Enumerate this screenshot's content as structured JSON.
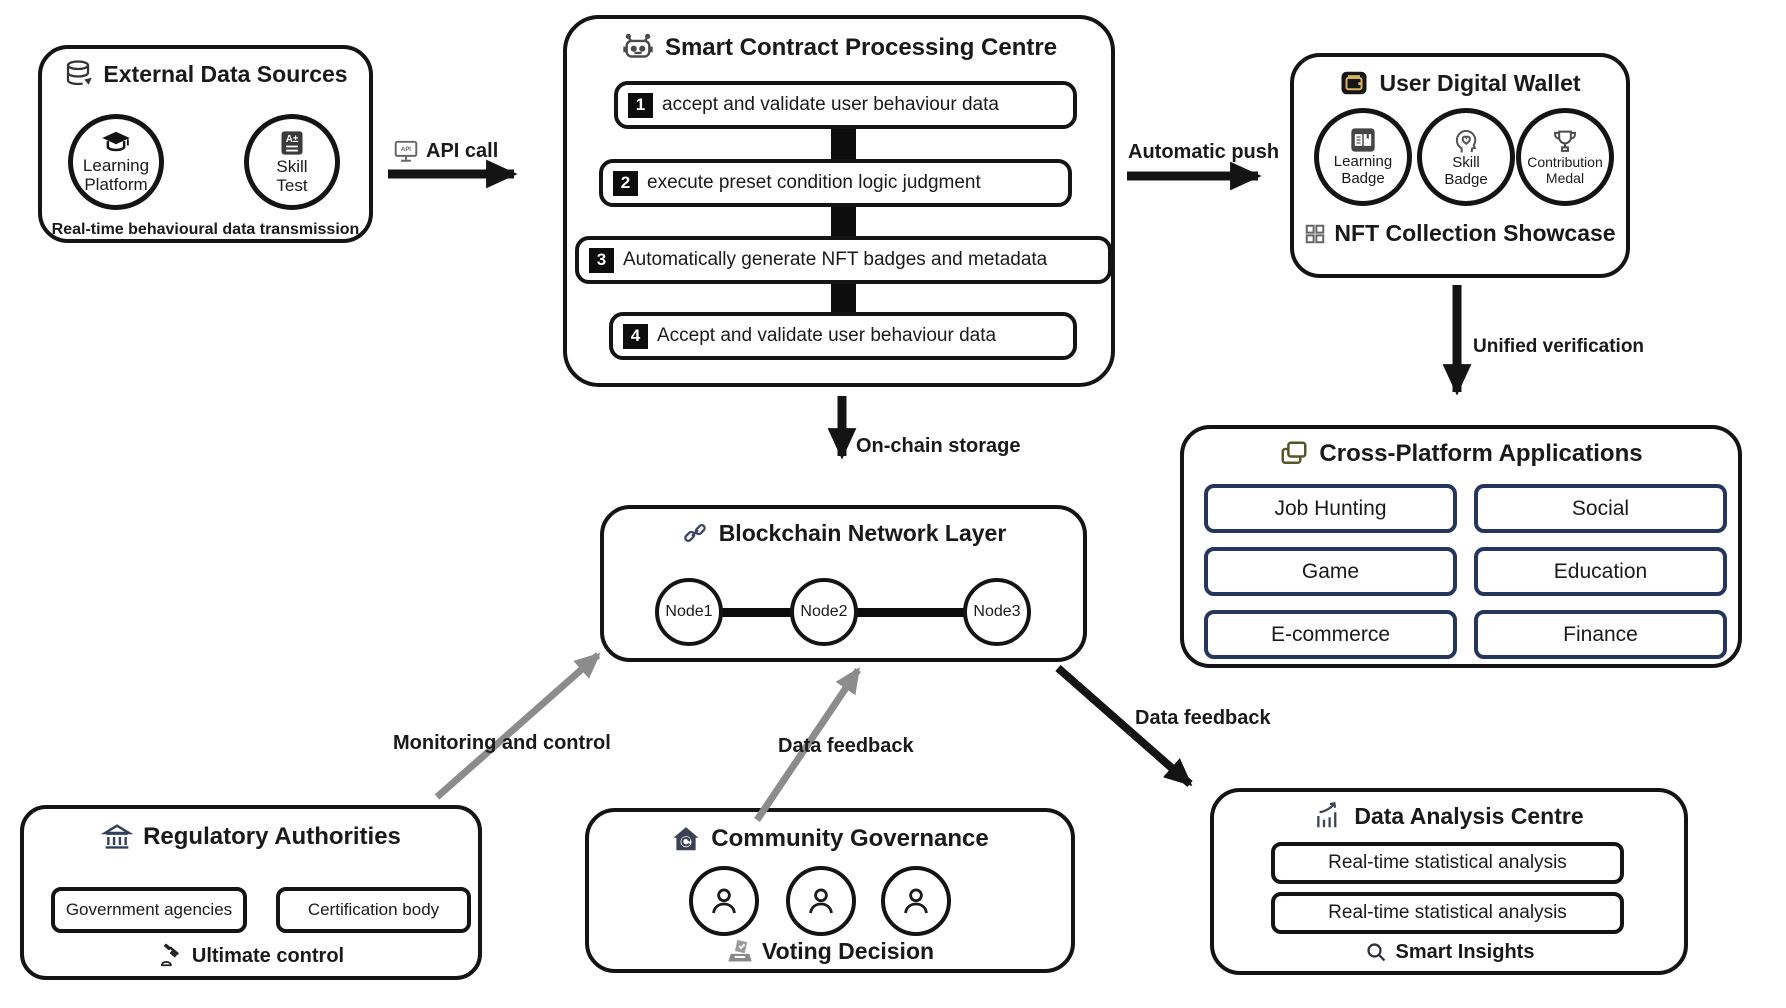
{
  "diagram": {
    "external_data_sources": {
      "title": "External Data Sources",
      "sources": [
        {
          "label1": "Learning",
          "label2": "Platform"
        },
        {
          "label1": "Skill",
          "label2": "Test"
        }
      ],
      "caption": "Real-time behavioural data transmission"
    },
    "smart_contract": {
      "title": "Smart Contract Processing Centre",
      "steps": [
        {
          "num": "1",
          "text": "accept and validate user behaviour data"
        },
        {
          "num": "2",
          "text": "execute preset condition logic judgment"
        },
        {
          "num": "3",
          "text": "Automatically generate NFT badges and metadata"
        },
        {
          "num": "4",
          "text": "Accept and validate user behaviour data"
        }
      ]
    },
    "wallet": {
      "title": "User Digital Wallet",
      "badges": [
        {
          "label1": "Learning",
          "label2": "Badge"
        },
        {
          "label1": "Skill",
          "label2": "Badge"
        },
        {
          "label1": "Contribution",
          "label2": "Medal"
        }
      ],
      "caption": "NFT Collection Showcase"
    },
    "cross_platform": {
      "title": "Cross-Platform Applications",
      "apps": [
        "Job Hunting",
        "Social",
        "Game",
        "Education",
        "E-commerce",
        "Finance"
      ]
    },
    "blockchain": {
      "title": "Blockchain Network Layer",
      "nodes": [
        "Node1",
        "Node2",
        "Node3"
      ]
    },
    "regulatory": {
      "title": "Regulatory Authorities",
      "bodies": [
        "Government agencies",
        "Certification body"
      ],
      "caption": "Ultimate control"
    },
    "governance": {
      "title": "Community Governance",
      "caption": "Voting Decision"
    },
    "data_analysis": {
      "title": "Data Analysis Centre",
      "items": [
        "Real-time statistical analysis",
        "Real-time statistical analysis"
      ],
      "caption": "Smart Insights"
    },
    "edges": {
      "api_call": "API call",
      "automatic_push": "Automatic push",
      "unified_verification": "Unified verification",
      "on_chain_storage": "On-chain storage",
      "monitoring": "Monitoring and control",
      "data_feedback_gray": "Data feedback",
      "data_feedback_black": "Data feedback"
    },
    "colors": {
      "outline": "#141414",
      "navy_accent": "#24365c",
      "gray_arrow": "#8c8c8c",
      "olive_icon": "#55552a"
    }
  }
}
